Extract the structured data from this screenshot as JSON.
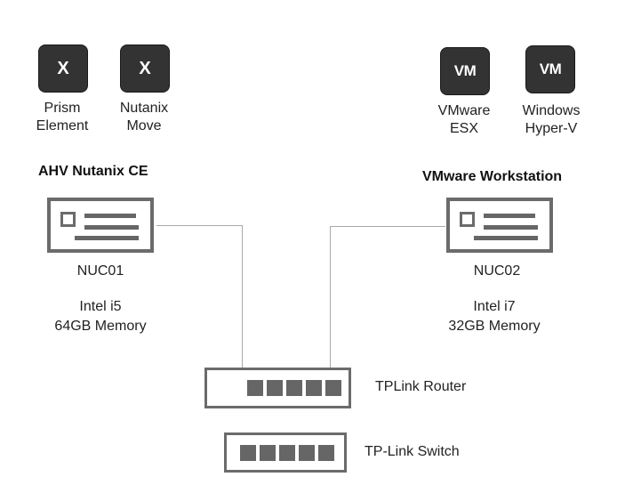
{
  "top_left_tiles": [
    {
      "icon": "nutanix-x-icon",
      "glyph": "X",
      "label_lines": [
        "Prism",
        "Element"
      ]
    },
    {
      "icon": "nutanix-x-icon",
      "glyph": "X",
      "label_lines": [
        "Nutanix",
        "Move"
      ]
    }
  ],
  "top_right_tiles": [
    {
      "icon": "vm-icon",
      "glyph": "VM",
      "label_lines": [
        "VMware",
        "ESX"
      ]
    },
    {
      "icon": "vm-icon",
      "glyph": "VM",
      "label_lines": [
        "Windows",
        "Hyper-V"
      ]
    }
  ],
  "hosts": [
    {
      "heading": "AHV Nutanix CE",
      "name": "NUC01",
      "cpu": "Intel i5",
      "memory": "64GB Memory",
      "icon": "server-icon"
    },
    {
      "heading": "VMware Workstation",
      "name": "NUC02",
      "cpu": "Intel i7",
      "memory": "32GB Memory",
      "icon": "server-icon"
    }
  ],
  "network": {
    "router_label": "TPLink Router",
    "switch_label": "TP-Link Switch",
    "router_ports": 5,
    "switch_ports": 5
  },
  "colors": {
    "tile_bg": "#333333",
    "device_stroke": "#6b6b6b",
    "link_line": "#a8a8a8"
  }
}
